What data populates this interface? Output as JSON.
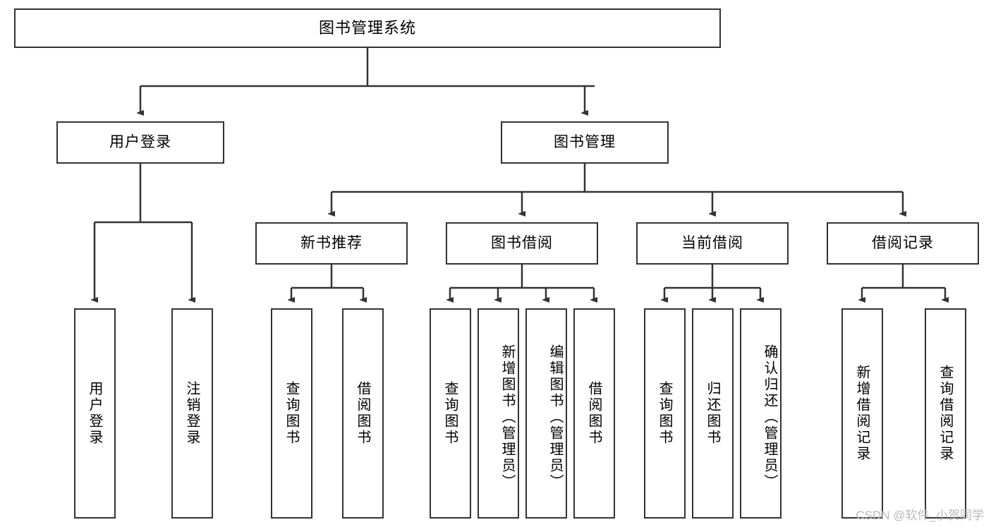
{
  "diagram": {
    "title": "图书管理系统",
    "type": "tree",
    "watermark": "CSDN @软件_小贺同学",
    "stroke_color": "#333333",
    "fill_color": "#ffffff",
    "text_color": "#000000",
    "root": {
      "label": "图书管理系统"
    },
    "level2": [
      {
        "label": "用户登录"
      },
      {
        "label": "图书管理"
      }
    ],
    "level3": [
      {
        "label": "新书推荐"
      },
      {
        "label": "图书借阅"
      },
      {
        "label": "当前借阅"
      },
      {
        "label": "借阅记录"
      }
    ],
    "leaves": {
      "user_login": [
        {
          "label": "用户登录"
        },
        {
          "label": "注销登录"
        }
      ],
      "new_book_recommend": [
        {
          "label": "查询图书"
        },
        {
          "label": "借阅图书"
        }
      ],
      "book_borrow": [
        {
          "label": "查询图书"
        },
        {
          "label": "新增图书（管理员）"
        },
        {
          "label": "编辑图书（管理员）"
        },
        {
          "label": "借阅图书"
        }
      ],
      "current_borrow": [
        {
          "label": "查询图书"
        },
        {
          "label": "归还图书"
        },
        {
          "label": "确认归还（管理员）"
        }
      ],
      "borrow_record": [
        {
          "label": "新增借阅记录"
        },
        {
          "label": "查询借阅记录"
        }
      ]
    }
  }
}
